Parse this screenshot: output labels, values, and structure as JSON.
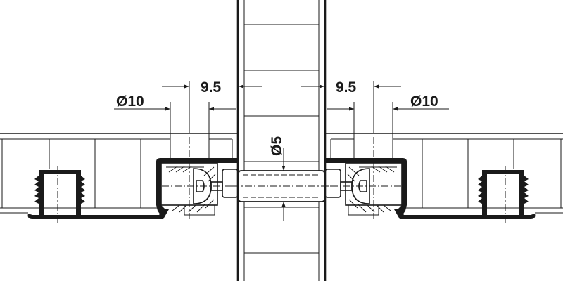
{
  "dimensions": {
    "left_diameter": "Ø10",
    "left_distance": "9.5",
    "center_diameter": "Ø5",
    "right_distance": "9.5",
    "right_diameter": "Ø10"
  },
  "colors": {
    "line": "#1a1a1a",
    "background": "#ffffff"
  }
}
